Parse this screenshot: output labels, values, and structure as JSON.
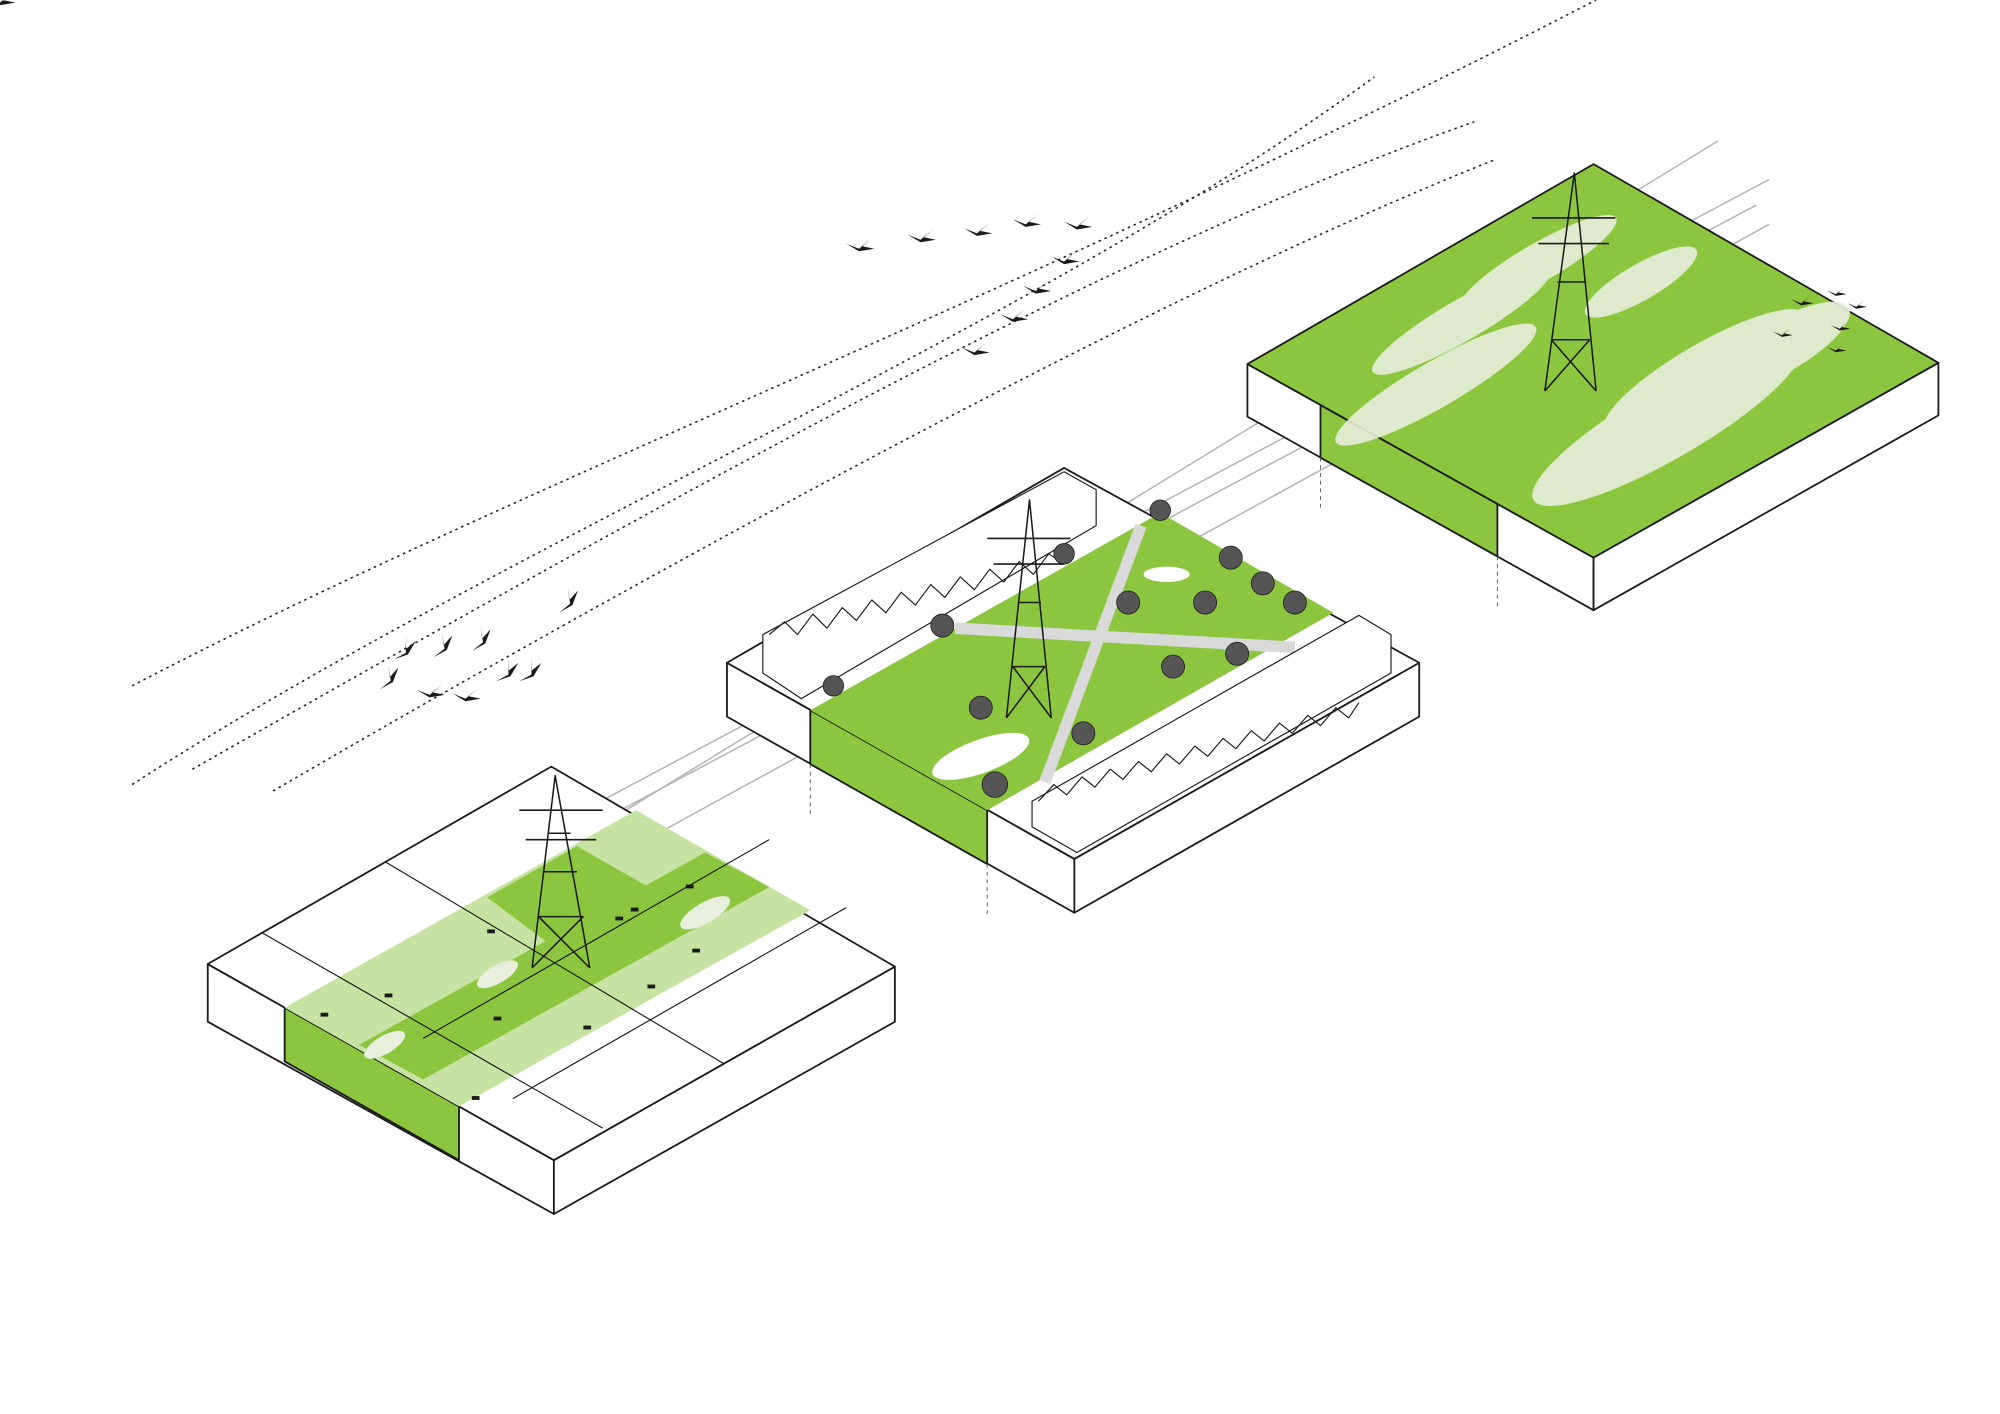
{
  "diagram": {
    "blocks": [
      {
        "id": "meadow-block",
        "theme": "pasture with grazing animals under power line"
      },
      {
        "id": "park-block",
        "theme": "urban park with crossing paths between housing rows"
      },
      {
        "id": "wetland-block",
        "theme": "wetland reed beds under power line"
      }
    ],
    "colors": {
      "green": "#8cc63f",
      "light_green": "#c6e3a3",
      "pale_pond": "#e8efdc",
      "path_gray": "#d9d9d9",
      "outline": "#1a1a1a",
      "wire": "#b5b5b5"
    },
    "icons": [
      "pylon-icon",
      "bird-icon",
      "tree-icon",
      "house-icon",
      "cow-icon"
    ]
  }
}
